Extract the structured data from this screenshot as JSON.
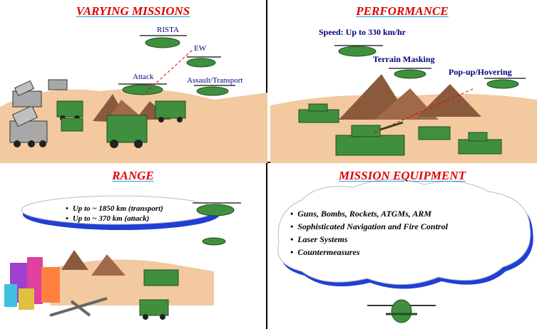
{
  "panels": {
    "missions": {
      "title": "VARYING MISSIONS",
      "labels": {
        "rista": "RISTA",
        "ew": "EW",
        "attack": "Attack",
        "assault": "Assault/Transport"
      }
    },
    "performance": {
      "title": "PERFORMANCE",
      "labels": {
        "speed": "Speed:  Up to 330 km/hr",
        "terrain": "Terrain Masking",
        "popup": "Pop-up/Hovering"
      }
    },
    "range": {
      "title": "RANGE",
      "items": [
        "Up to ~ 1850 km (transport)",
        "Up to ~ 370 km (attack)"
      ]
    },
    "equipment": {
      "title": "MISSION EQUIPMENT",
      "items": [
        "Guns, Bombs, Rockets, ATGMs, ARM",
        "Sophisticated Navigation and Fire Control",
        "Laser Systems",
        "Countermeasures"
      ]
    }
  },
  "colors": {
    "title": "#e00000",
    "label": "#000080",
    "sand": "#f3c9a0",
    "mountain": "#8b5a3c",
    "vehicle": "#3f8f3f",
    "cloud_shadow": "#1f3fd6"
  },
  "icons": [
    "helicopter-icon",
    "missile-launcher-icon",
    "truck-icon",
    "tank-icon",
    "mountain-icon",
    "building-icon",
    "airstrip-icon"
  ]
}
